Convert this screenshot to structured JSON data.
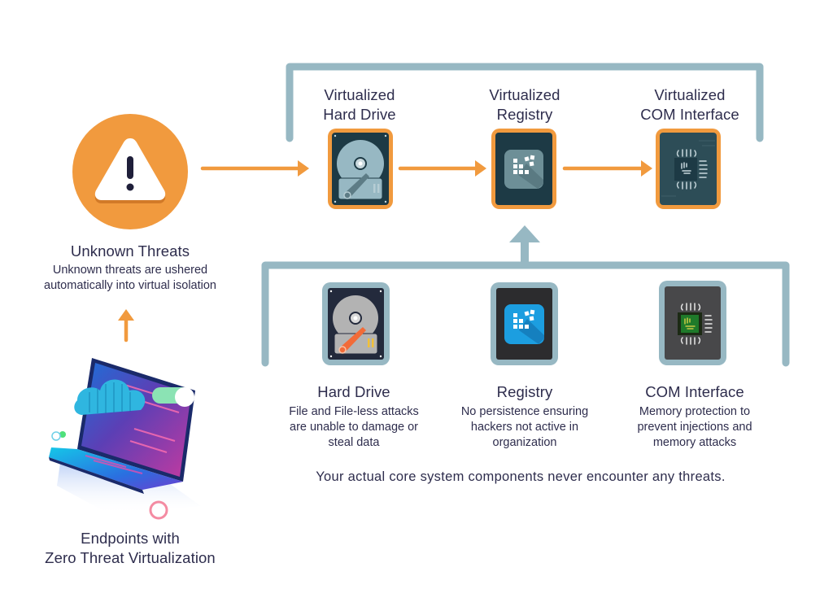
{
  "colors": {
    "accent_orange": "#f19a3e",
    "connector_blue": "#97b8c3",
    "text": "#2e2d4d",
    "virtual_card_bg": "#1d3a45",
    "real_card_bg": "#2c2c2e"
  },
  "threat": {
    "icon": "warning-icon",
    "title": "Unknown Threats",
    "description_line1": "Unknown threats are ushered",
    "description_line2": "automatically into virtual isolation"
  },
  "endpoint": {
    "icon": "laptop-illustration",
    "title_line1": "Endpoints with",
    "title_line2": "Zero Threat Virtualization"
  },
  "virtualized": [
    {
      "icon": "hard-drive-icon",
      "label_line1": "Virtualized",
      "label_line2": "Hard Drive"
    },
    {
      "icon": "registry-icon",
      "label_line1": "Virtualized",
      "label_line2": "Registry"
    },
    {
      "icon": "chip-icon",
      "label_line1": "Virtualized",
      "label_line2": "COM Interface"
    }
  ],
  "components": [
    {
      "icon": "hard-drive-icon",
      "title": "Hard Drive",
      "desc_line1": "File and File-less attacks",
      "desc_line2": "are unable to damage or",
      "desc_line3": "steal data"
    },
    {
      "icon": "registry-icon",
      "title": "Registry",
      "desc_line1": "No persistence ensuring",
      "desc_line2": "hackers not active in",
      "desc_line3": "organization"
    },
    {
      "icon": "chip-icon",
      "title": "COM Interface",
      "desc_line1": "Memory protection to",
      "desc_line2": "prevent injections and",
      "desc_line3": "memory attacks"
    }
  ],
  "footer_note": "Your actual core system components never encounter any threats."
}
